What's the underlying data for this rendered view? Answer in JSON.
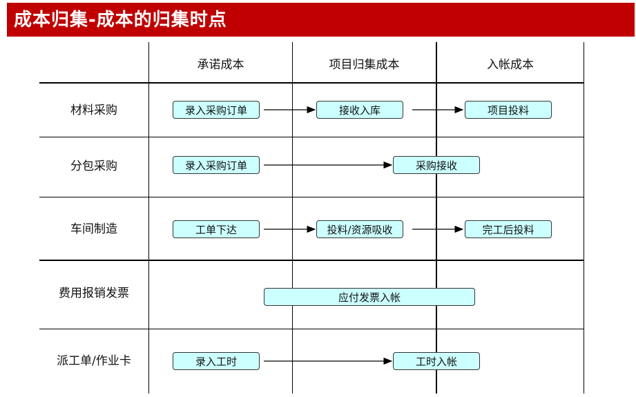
{
  "title": "成本归集-成本的归集时点",
  "columns": [
    "承诺成本",
    "项目归集成本",
    "入帐成本"
  ],
  "rows": [
    "材料采购",
    "分包采购",
    "车间制造",
    "费用报销发票",
    "派工单/作业卡"
  ],
  "boxes": {
    "r0b0": "录入采购订单",
    "r0b1": "接收入库",
    "r0b2": "项目投料",
    "r1b0": "录入采购订单",
    "r1b1": "采购接收",
    "r2b0": "工单下达",
    "r2b1": "投料/资源吸收",
    "r2b2": "完工后投料",
    "r3b0": "应付发票入帐",
    "r4b0": "录入工时",
    "r4b1": "工时入帐"
  },
  "colors": {
    "title_bg": "#c00000",
    "box_fill": "#ccffff"
  }
}
